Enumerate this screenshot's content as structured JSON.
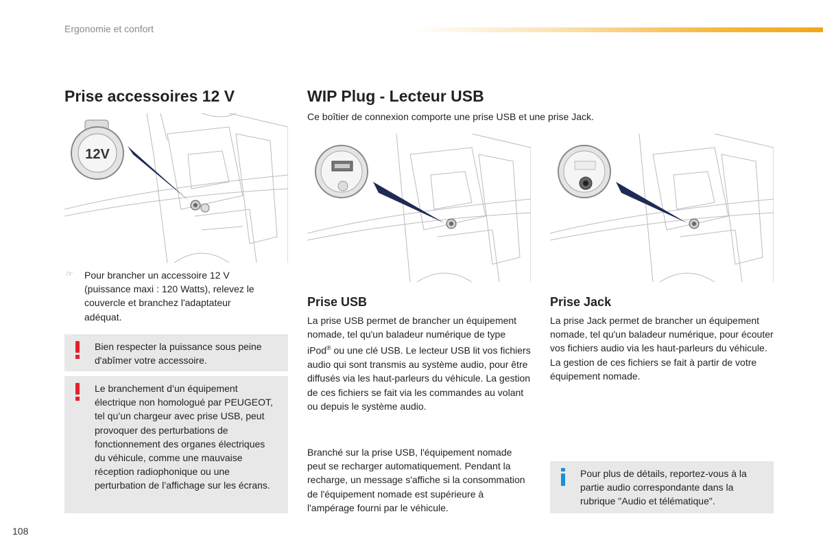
{
  "header": {
    "section": "Ergonomie et confort",
    "accent_color": "#f3a61c"
  },
  "col1": {
    "title": "Prise accessoires 12 V",
    "socket_label": "12V",
    "bullet_icon": "pointing-hand-icon",
    "bullet": "Pour brancher un accessoire 12 V (puissance maxi : 120 Watts), relevez le couvercle et branchez l'adaptateur adéquat.",
    "warning1": "Bien respecter la puissance sous peine d'abîmer votre accessoire.",
    "warning2": "Le branchement d’un équipement électrique non homologué par PEUGEOT, tel qu’un chargeur avec prise USB, peut provoquer des perturbations de fonctionnement des organes électriques du véhicule, comme une mauvaise réception radiophonique ou une perturbation de l’affichage sur les écrans."
  },
  "col2": {
    "title": "WIP Plug - Lecteur USB",
    "intro": "Ce boîtier de connexion comporte une prise USB et une prise Jack.",
    "subtitle": "Prise USB",
    "para1_a": "La prise USB permet de brancher un équipement nomade, tel qu'un baladeur numérique de type iPod",
    "para1_sup": "®",
    "para1_b": " ou une clé USB. Le lecteur USB lit vos fichiers audio qui sont transmis au système audio, pour être diffusés via les haut-parleurs du véhicule. La gestion de ces fichiers se fait via les commandes au volant ou depuis le système audio.",
    "para2": "Branché sur la prise USB, l'équipement nomade peut se recharger automatiquement. Pendant la recharge, un message s'affiche si la consommation de l'équipement nomade est supérieure à l'ampérage fourni par le véhicule."
  },
  "col3": {
    "subtitle": "Prise Jack",
    "para": "La prise Jack permet de brancher un équipement nomade, tel qu'un baladeur numérique, pour écouter vos fichiers audio via les haut-parleurs du véhicule. La gestion de ces fichiers se fait à partir de votre équipement nomade.",
    "info": "Pour plus de détails, reportez-vous à la partie audio correspondante dans la rubrique \"Audio et télématique\"."
  },
  "page_number": "108",
  "colors": {
    "warning": "#e3202d",
    "info": "#1a8fd6",
    "pointer": "#1f2a55",
    "box": "#e8e8e8"
  }
}
